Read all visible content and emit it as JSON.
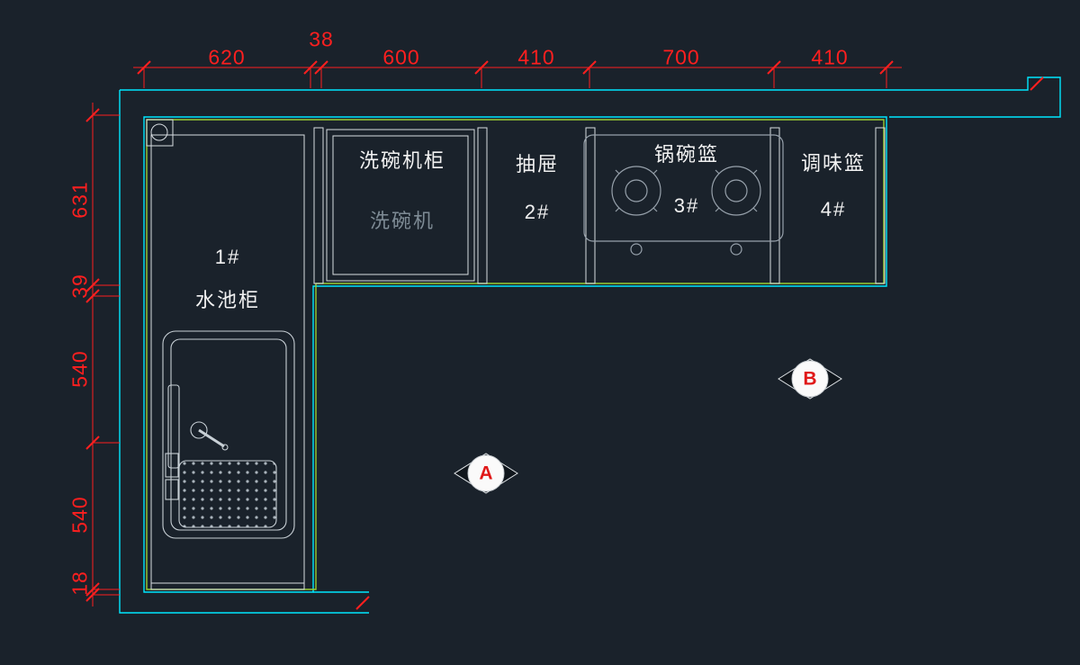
{
  "title": "kitchen-cabinet-plan",
  "colors": {
    "background": "#1a222b",
    "wall_line": "#00e8ff",
    "countertop_edge": "#9acd32",
    "dimension": "#ff1f1f",
    "cabinet_line": "#d8dde2",
    "detail_line": "#97a1ab",
    "label_text": "#f2f2f2",
    "muted_text": "#7e8b95"
  },
  "dimensions": {
    "top": [
      "620",
      "38",
      "600",
      "410",
      "700",
      "410"
    ],
    "left": [
      "631",
      "39",
      "540",
      "540",
      "18"
    ]
  },
  "cabinets": {
    "sink_no": "1#",
    "sink_label": "水池柜",
    "dishwasher_cabinet_label": "洗碗机柜",
    "dishwasher_label": "洗碗机",
    "drawer_label": "抽屉",
    "drawer_no": "2#",
    "pot_basket_label": "锅碗篮",
    "pot_basket_no": "3#",
    "spice_basket_label": "调味篮",
    "spice_basket_no": "4#"
  },
  "markers": {
    "a": "A",
    "b": "B"
  }
}
